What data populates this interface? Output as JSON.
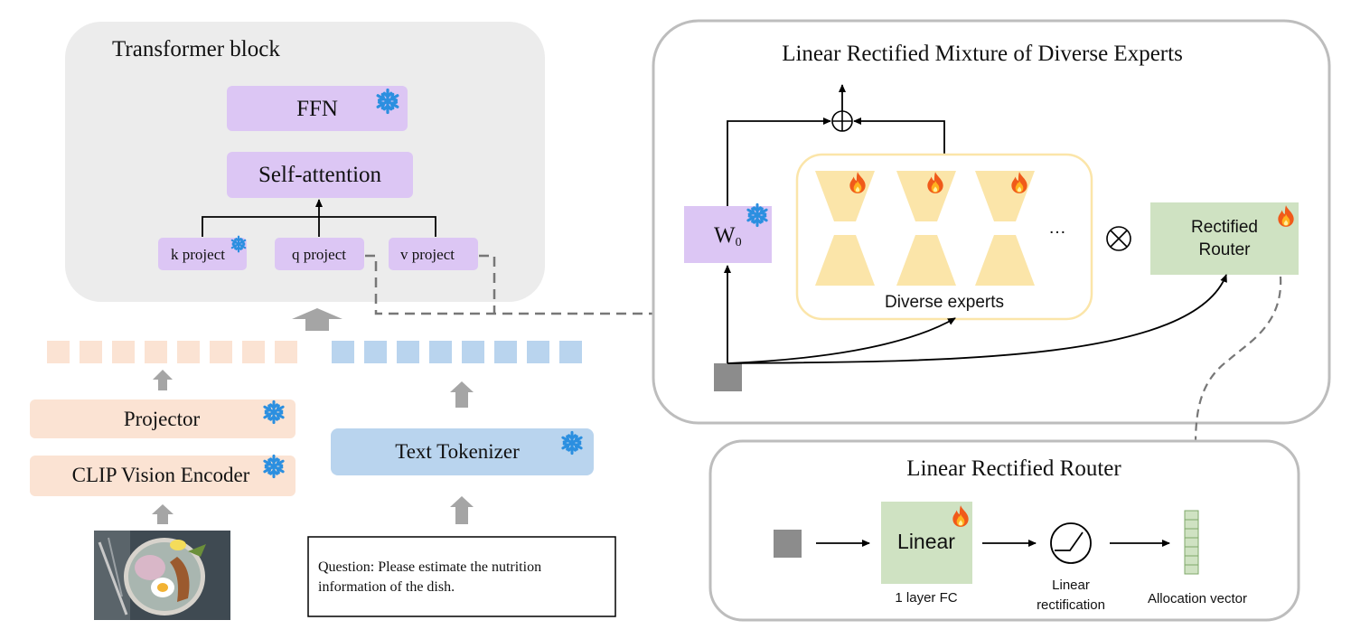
{
  "transformer": {
    "title": "Transformer block",
    "ffn": "FFN",
    "self_attention": "Self-attention",
    "k_project": "k project",
    "q_project": "q project",
    "v_project": "v project"
  },
  "left_pipeline": {
    "projector": "Projector",
    "clip_encoder": "CLIP Vision Encoder",
    "text_tokenizer": "Text Tokenizer",
    "question_line1": "Question: Please estimate the nutrition",
    "question_line2": "information of the dish."
  },
  "moe": {
    "title": "Linear Rectified Mixture of Diverse Experts",
    "w0_main": "W",
    "w0_sub": "0",
    "diverse_experts": "Diverse experts",
    "ellipsis": "…",
    "router_line1": "Rectified",
    "router_line2": "Router"
  },
  "router_panel": {
    "title": "Linear Rectified Router",
    "linear": "Linear",
    "fc_label": "1 layer FC",
    "rect_line1": "Linear",
    "rect_line2": "rectification",
    "alloc_label": "Allocation vector"
  },
  "icons": {
    "frozen": "snowflake-icon",
    "trainable": "fire-icon"
  },
  "colors": {
    "purple": "#dcc6f4",
    "peach": "#fbe3d3",
    "blue": "#b9d4ee",
    "green": "#cfe2c2",
    "expert_yellow": "#fbe5a9",
    "gray_panel": "#ececec",
    "snowflake": "#2b8fe0"
  }
}
